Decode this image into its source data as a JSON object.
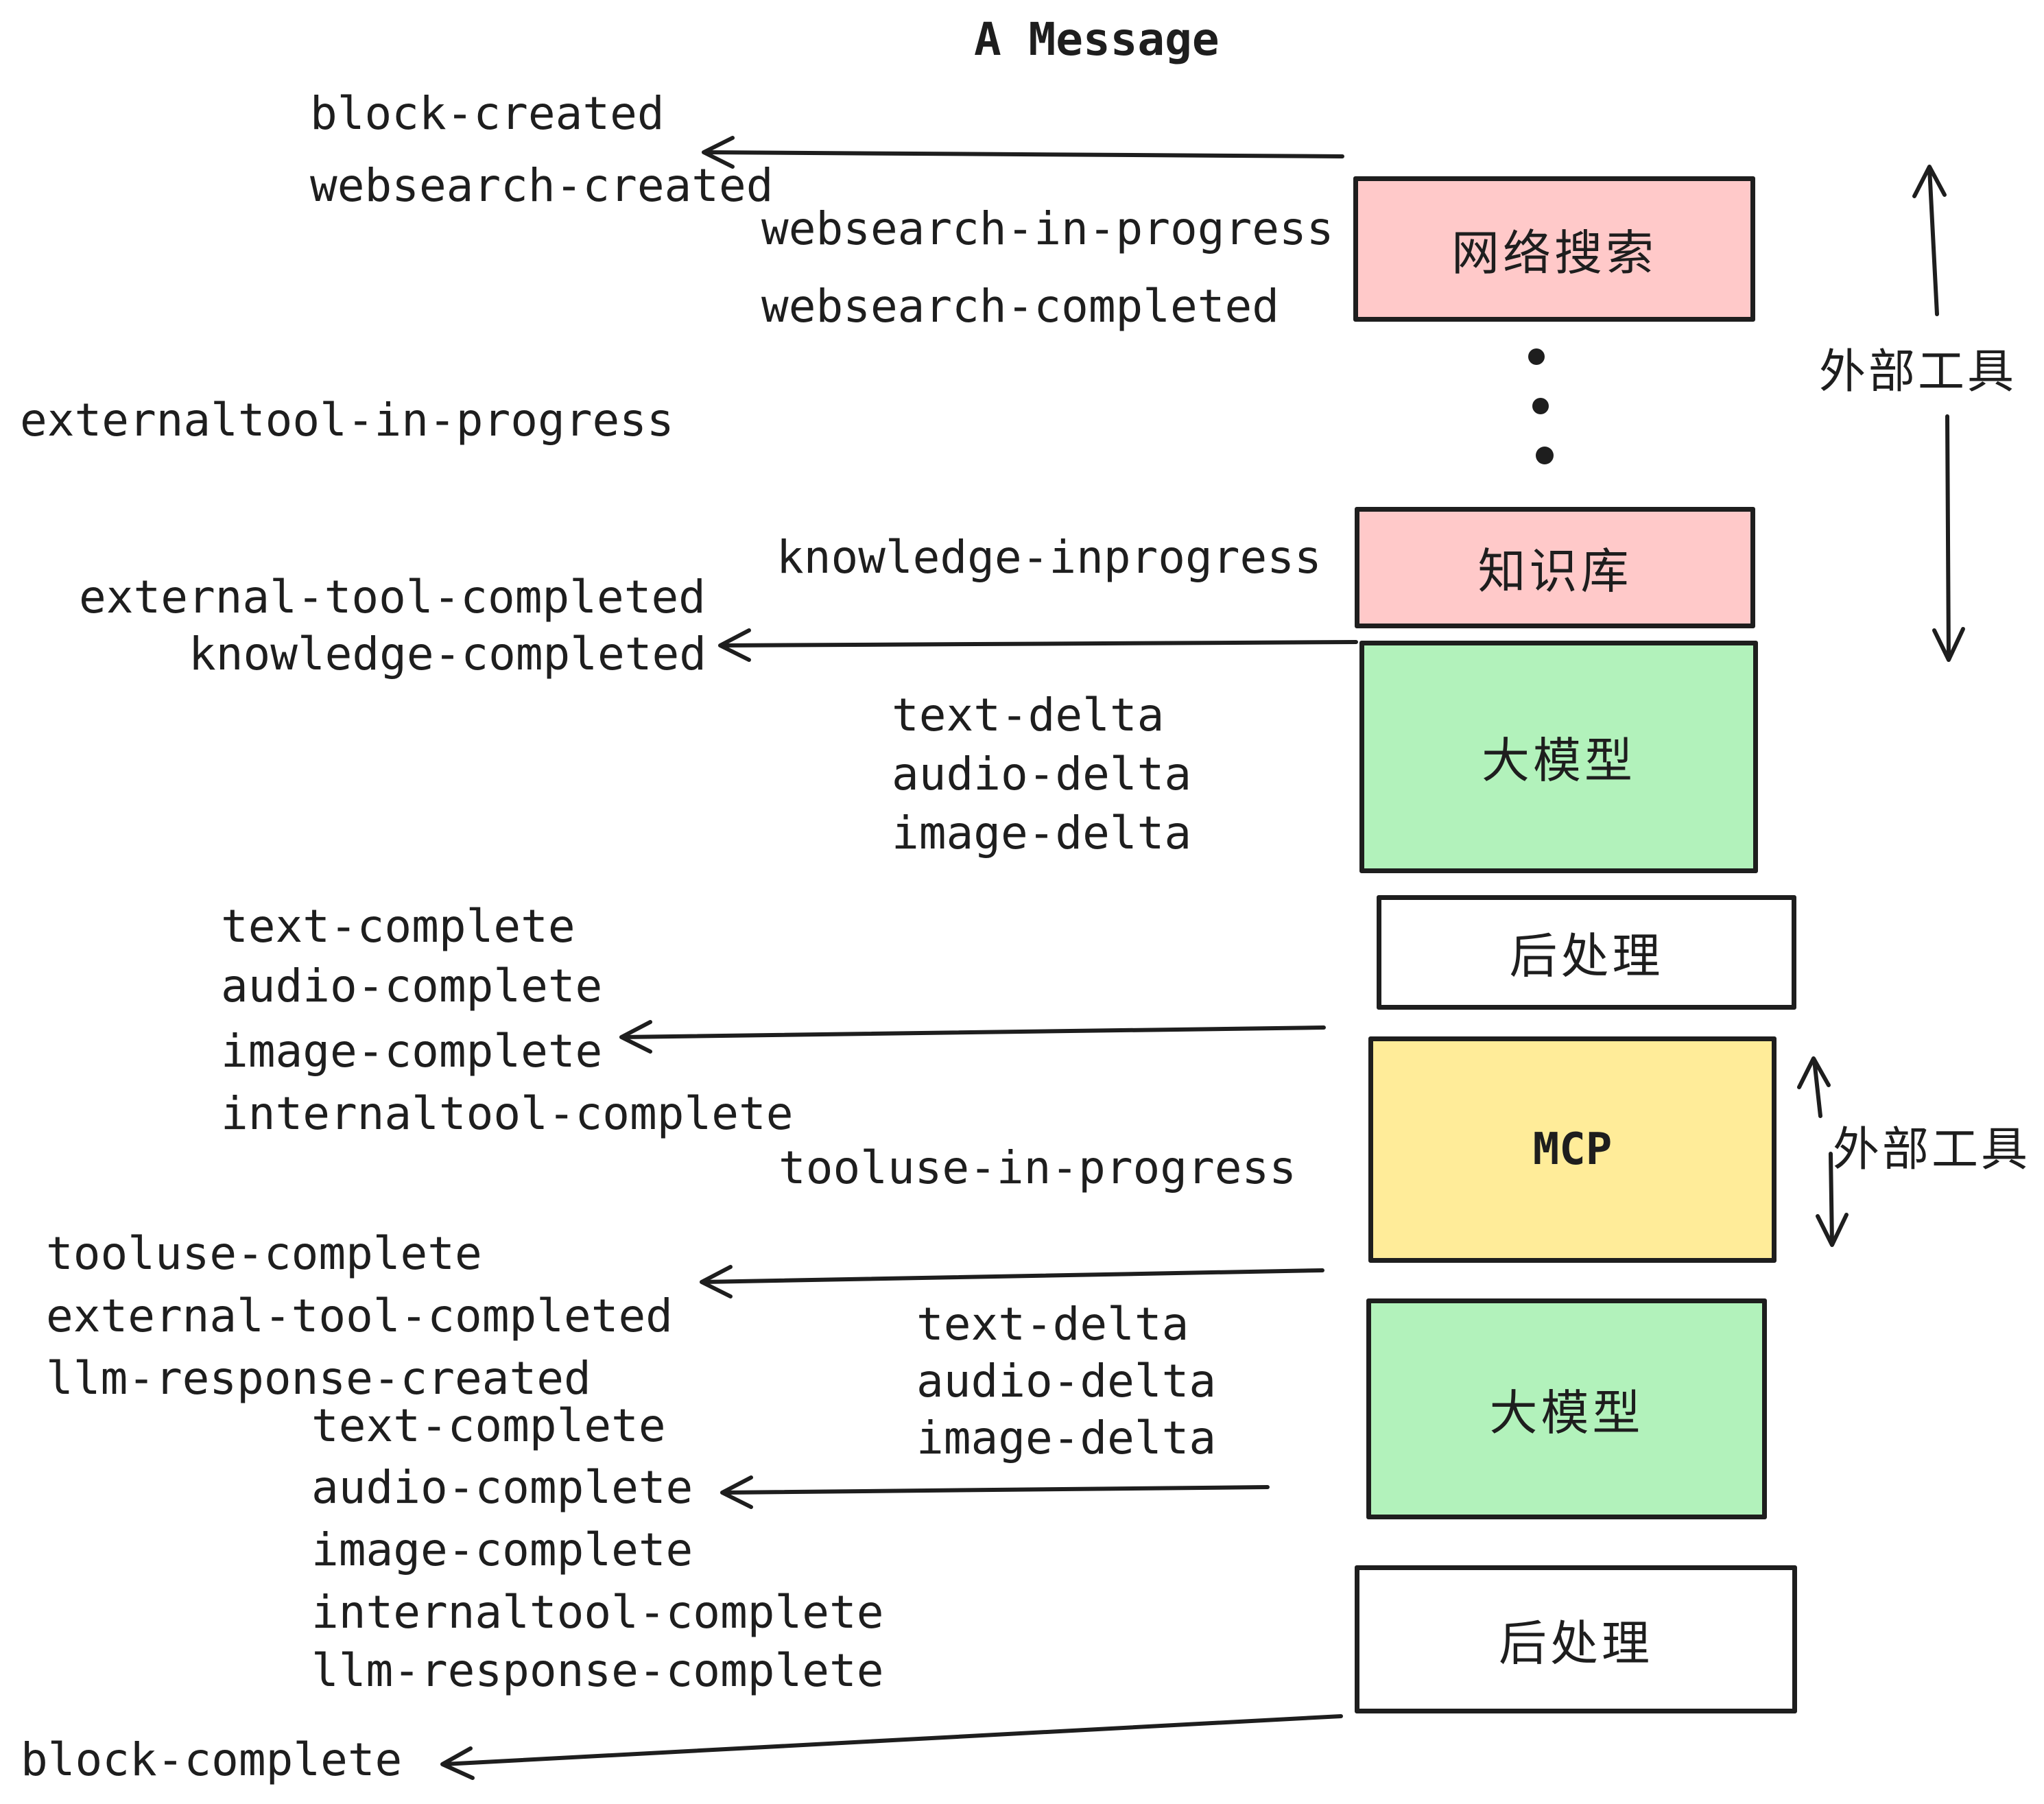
{
  "title": "A Message",
  "colors": {
    "pink": "#ffc9c9",
    "green": "#b2f2bb",
    "yellow": "#ffec99",
    "white": "#ffffff",
    "stroke": "#1e1e1e"
  },
  "boxes": [
    {
      "label": "网络搜索"
    },
    {
      "label": "知识库"
    },
    {
      "label": "大模型"
    },
    {
      "label": "后处理"
    },
    {
      "label": "MCP"
    },
    {
      "label": "大模型"
    },
    {
      "label": "后处理"
    }
  ],
  "events": [
    "block-created",
    "websearch-created",
    "websearch-in-progress",
    "websearch-completed",
    "externaltool-in-progress",
    "knowledge-inprogress",
    "external-tool-completed",
    "knowledge-completed",
    "text-delta",
    "audio-delta",
    "image-delta",
    "text-complete",
    "audio-complete",
    "image-complete",
    "internaltool-complete",
    "tooluse-in-progress",
    "tooluse-complete",
    "external-tool-completed",
    "llm-response-created",
    "text-delta",
    "audio-delta",
    "image-delta",
    "text-complete",
    "audio-complete",
    "image-complete",
    "internaltool-complete",
    "llm-response-complete",
    "block-complete"
  ],
  "side_labels": [
    "外部工具",
    "外部工具"
  ]
}
